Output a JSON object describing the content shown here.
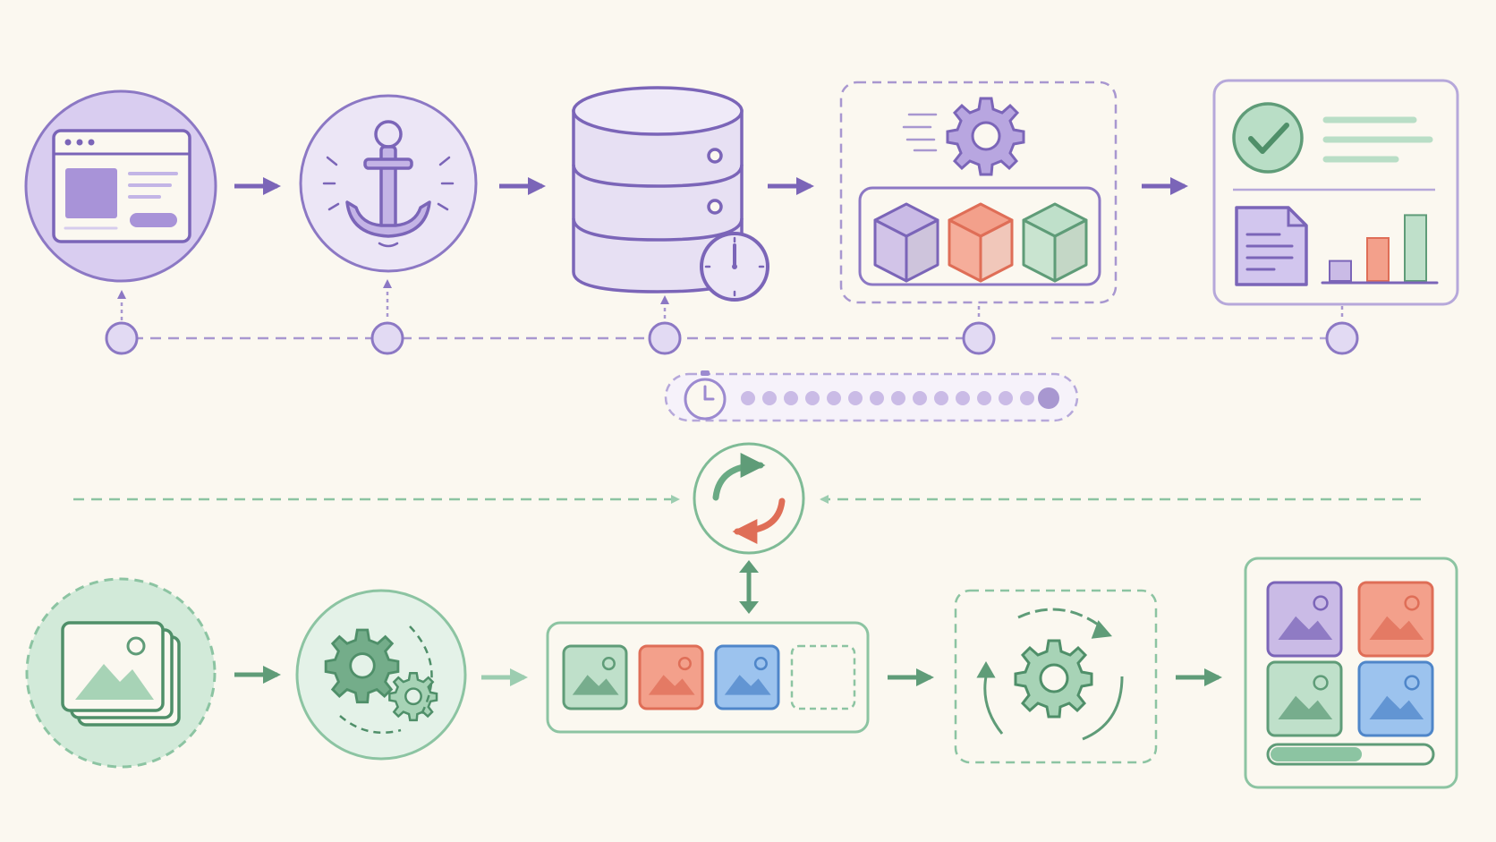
{
  "colors": {
    "background": "#fbf8f0",
    "purple_stroke": "#7b65b8",
    "purple_fill": "#cabbe6",
    "purple_light": "#ece6f6",
    "purple_dash": "#a897d0",
    "green_stroke": "#5f9c78",
    "green_fill": "#bfe0ca",
    "green_light": "#e4f2e8",
    "green_dash": "#8cc4a2",
    "coral_stroke": "#df6e57",
    "coral_fill": "#f3a08b",
    "blue_stroke": "#4f86c9",
    "blue_fill": "#9cc3ee"
  },
  "top_flow": {
    "nodes": [
      {
        "id": "browser-window",
        "icon": "browser-window-icon"
      },
      {
        "id": "anchor",
        "icon": "anchor-icon"
      },
      {
        "id": "database-timer",
        "icon": "database-icon"
      },
      {
        "id": "processing-gear-cubes",
        "icon": "gear-icon"
      },
      {
        "id": "report-summary",
        "icon": "checkmark-icon"
      }
    ],
    "cube_colors": [
      "purple",
      "coral",
      "green"
    ],
    "report_bars": [
      0.28,
      0.6,
      0.92
    ],
    "timeline_dots": 15
  },
  "bottom_flow": {
    "nodes": [
      {
        "id": "image-stack",
        "icon": "image-stack-icon"
      },
      {
        "id": "gears",
        "icon": "gears-icon"
      },
      {
        "id": "image-row",
        "icon": "image-icon"
      },
      {
        "id": "rotating-gear",
        "icon": "gear-icon"
      },
      {
        "id": "image-gallery",
        "icon": "image-grid-icon"
      }
    ],
    "image_row_colors": [
      "green",
      "coral",
      "blue",
      "empty"
    ],
    "gallery_colors": [
      "purple",
      "coral",
      "green",
      "blue"
    ],
    "progress": 0.57
  },
  "sync_hub": {
    "icon": "sync-arrows-icon"
  }
}
